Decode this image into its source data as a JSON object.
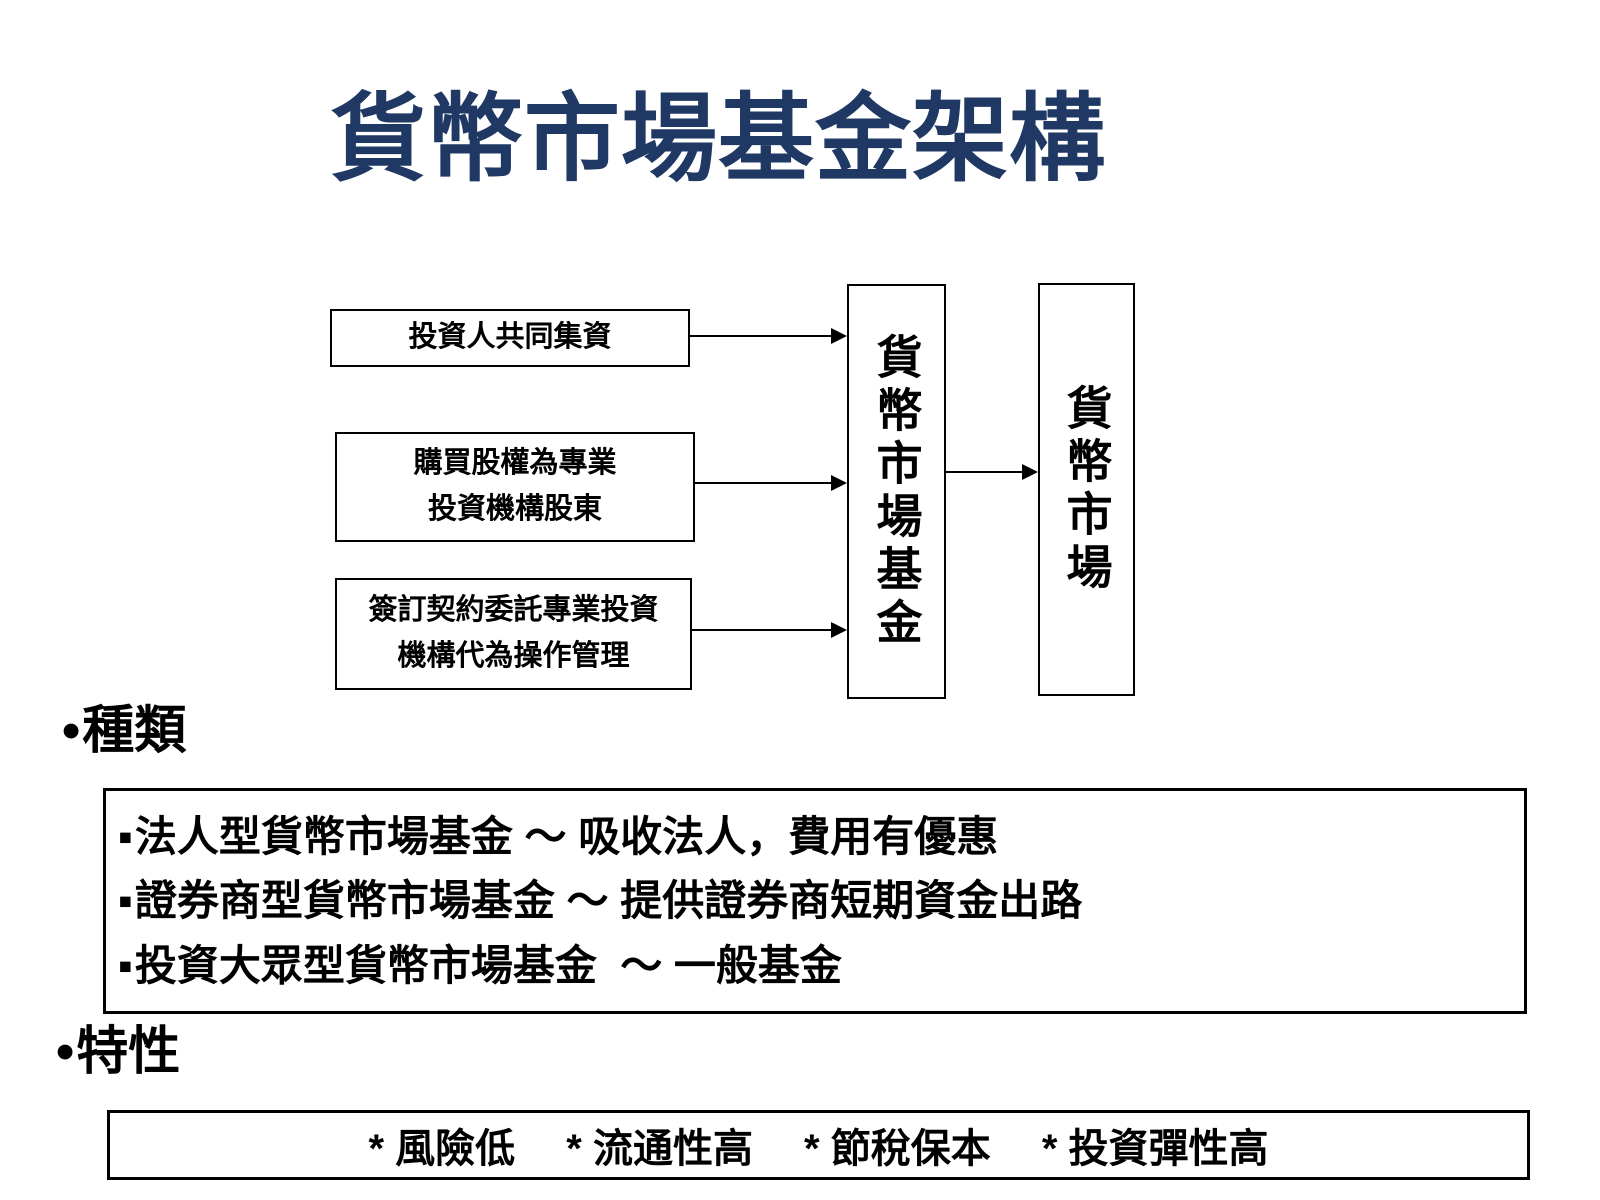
{
  "slide": {
    "title": "貨幣市場基金架構",
    "title_color": "#1F3864"
  },
  "diagram": {
    "source_boxes": [
      {
        "lines": [
          "投資人共同集資"
        ]
      },
      {
        "lines": [
          "購買股權為專業",
          "投資機構股東"
        ]
      },
      {
        "lines": [
          "簽訂契約委託專業投資",
          "機構代為操作管理"
        ]
      }
    ],
    "fund_box_label": "貨幣市場基金",
    "market_box_label": "貨幣市場"
  },
  "sections": {
    "kinds": {
      "bullet": "•",
      "heading": "種類",
      "item_bullet": "▪",
      "items": [
        {
          "text": "法人型貨幣市場基金 ～ 吸收法人，費用有優惠"
        },
        {
          "text": "證券商型貨幣市場基金 ～ 提供證券商短期資金出路"
        },
        {
          "text": "投資大眾型貨幣市場基金  ～ 一般基金"
        }
      ]
    },
    "traits": {
      "bullet": "•",
      "heading": "特性",
      "text": "* 風險低　 * 流通性高　 * 節稅保本　 * 投資彈性高"
    }
  }
}
